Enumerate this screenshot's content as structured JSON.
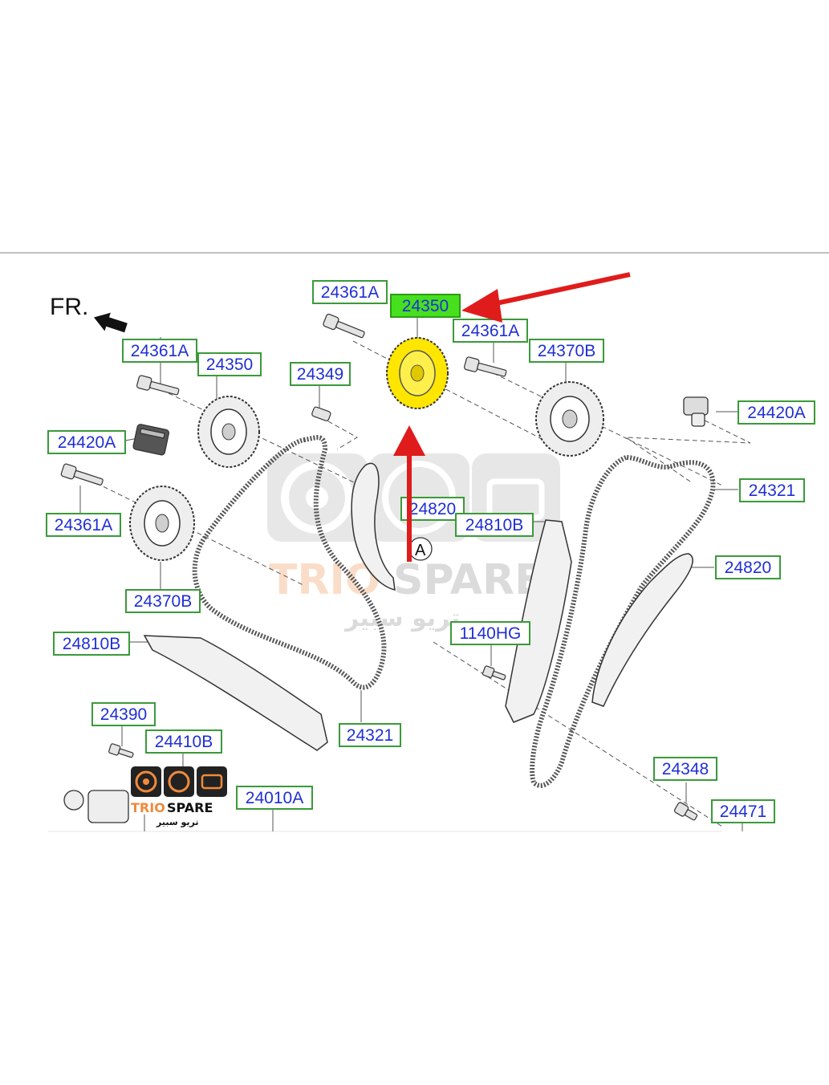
{
  "orientation_label": "FR.",
  "callout_letter": "A",
  "colors": {
    "label_border": "#3a9a3a",
    "label_text": "#1f2fd6",
    "highlight_label": "#46e01e",
    "highlight_part": "#ffe600",
    "arrow": "#e01b1b",
    "line": "#333333"
  },
  "watermark": {
    "brand_left": "TRIO",
    "brand_right": "SPARE",
    "brand_arabic": "تريو سبير"
  },
  "part_labels": [
    "24361A",
    "24350",
    "24361A",
    "24370B",
    "24361A",
    "24350",
    "24349",
    "24420A",
    "24420A",
    "24321",
    "24361A",
    "24820",
    "24810B",
    "24820",
    "24370B",
    "24810B",
    "1140HG",
    "24390",
    "24410B",
    "24321",
    "24010A",
    "24348",
    "24471"
  ]
}
